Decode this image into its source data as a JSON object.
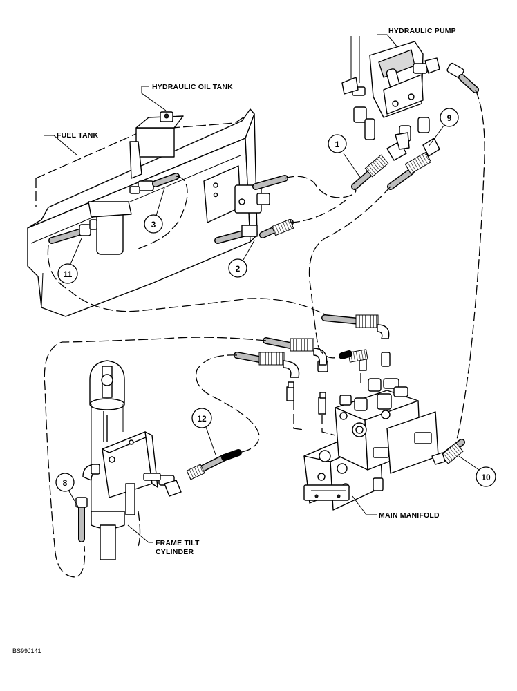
{
  "labels": {
    "hydraulic_pump": "HYDRAULIC PUMP",
    "hydraulic_oil_tank": "HYDRAULIC OIL TANK",
    "fuel_tank": "FUEL TANK",
    "main_manifold": "MAIN MANIFOLD",
    "frame_tilt_cylinder_line1": "FRAME TILT",
    "frame_tilt_cylinder_line2": "CYLINDER"
  },
  "callouts": {
    "c1": "1",
    "c2": "2",
    "c3": "3",
    "c8": "8",
    "c9": "9",
    "c10": "10",
    "c11": "11",
    "c12": "12"
  },
  "figure_ref": "BS99J141"
}
